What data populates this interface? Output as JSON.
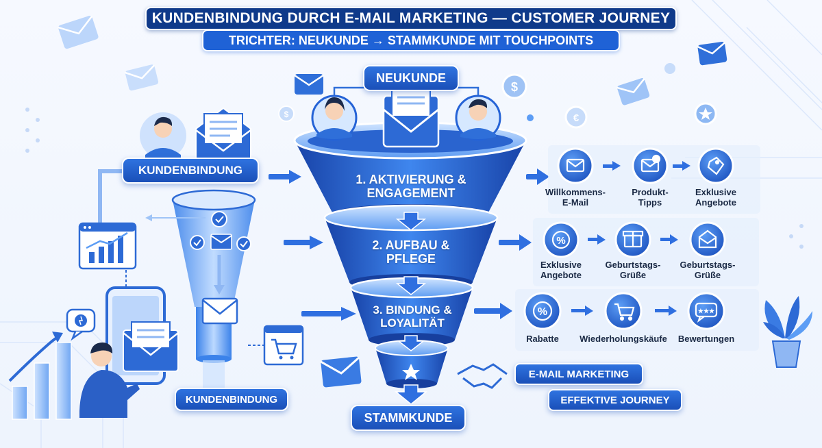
{
  "header": {
    "title": "KUNDENBINDUNG DURCH E-MAIL MARKETING — CUSTOMER JOURNEY",
    "subtitle": "TRICHTER: NEUKUNDE → STAMMKUNDE MIT TOUCHPOINTS"
  },
  "funnel": {
    "top_label": "NEUKUNDE",
    "bottom_label": "STAMMKUNDE",
    "stages": [
      {
        "line1": "1. AKTIVIERUNG &",
        "line2": "ENGAGEMENT"
      },
      {
        "line1": "2. AUFBAU &",
        "line2": "PFLEGE"
      },
      {
        "line1": "3. BINDUNG &",
        "line2": "LOYALITÄT"
      }
    ]
  },
  "touchpoints": [
    [
      {
        "label1": "Willkommens-",
        "label2": "E-Mail",
        "icon": "envelope-icon"
      },
      {
        "label1": "Produkt-",
        "label2": "Tipps",
        "icon": "mail-info-icon"
      },
      {
        "label1": "Exklusive",
        "label2": "Angebote",
        "icon": "price-tag-icon"
      }
    ],
    [
      {
        "label1": "Exklusive",
        "label2": "Angebote",
        "icon": "percent-badge-icon"
      },
      {
        "label1": "Geburtstags-",
        "label2": "Grüße",
        "icon": "gift-icon"
      },
      {
        "label1": "Geburtstags-",
        "label2": "Grüße",
        "icon": "open-envelope-icon"
      }
    ],
    [
      {
        "label1": "Rabatte",
        "label2": "",
        "icon": "discount-badge-icon"
      },
      {
        "label1": "Wiederholungskäufe",
        "label2": "",
        "icon": "shopping-cart-icon"
      },
      {
        "label1": "Bewertungen",
        "label2": "",
        "icon": "rating-bubble-icon"
      }
    ]
  ],
  "left_panel": {
    "kundenbindung_top": "KUNDENBINDUNG",
    "kundenbindung_bottom": "KUNDENBINDUNG"
  },
  "bottom_right": {
    "badge1": "E-MAIL MARKETING",
    "badge2": "EFFEKTIVE JOURNEY"
  },
  "colors": {
    "dark_navy": "#0f3a8a",
    "primary_blue": "#1f62d6",
    "light_blue": "#8fc0ff",
    "background": "#f2f7fe"
  }
}
